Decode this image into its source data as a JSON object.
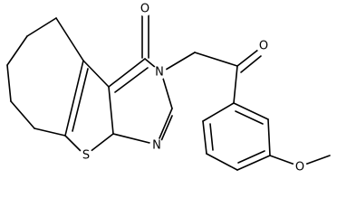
{
  "molecule": {
    "atom_labels": {
      "sulfur": "S",
      "ring_nitrogen_substituted": "N",
      "ring_nitrogen_imine": "N",
      "carbonyl_oxygen_ring": "O",
      "carbonyl_oxygen_ketone": "O",
      "methoxy_oxygen": "O"
    }
  }
}
